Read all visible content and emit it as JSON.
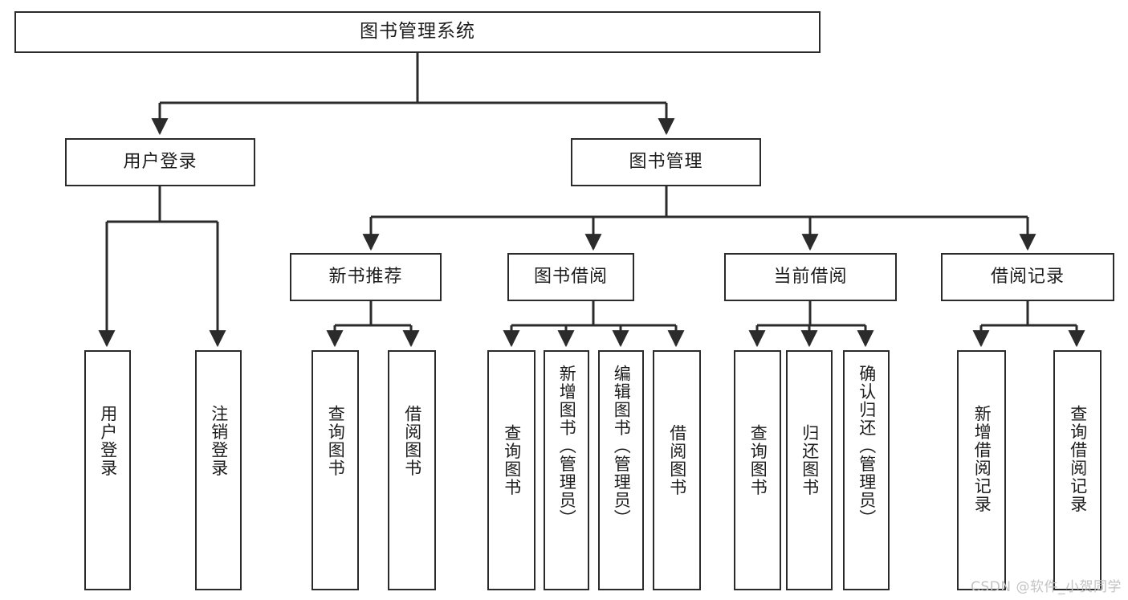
{
  "diagram": {
    "title": "图书管理系统",
    "watermark": "CSDN @软件_小贺同学",
    "colors": {
      "stroke": "#2b2b2b",
      "fill": "#ffffff",
      "text": "#1d1d1d",
      "watermark": "#c3c3c3"
    },
    "root": {
      "label": "图书管理系统"
    },
    "level1": [
      {
        "label": "用户登录"
      },
      {
        "label": "图书管理"
      }
    ],
    "level2": [
      {
        "label": "新书推荐"
      },
      {
        "label": "图书借阅"
      },
      {
        "label": "当前借阅"
      },
      {
        "label": "借阅记录"
      }
    ],
    "leaves": {
      "user_login": [
        {
          "label": "用户登录"
        },
        {
          "label": "注销登录"
        }
      ],
      "new_book": [
        {
          "label": "查询图书"
        },
        {
          "label": "借阅图书"
        }
      ],
      "book_borrow": [
        {
          "label": "查询图书"
        },
        {
          "label": "新增图书（管理员）"
        },
        {
          "label": "编辑图书（管理员）"
        },
        {
          "label": "借阅图书"
        }
      ],
      "current_borrow": [
        {
          "label": "查询图书"
        },
        {
          "label": "归还图书"
        },
        {
          "label": "确认归还（管理员）"
        }
      ],
      "borrow_record": [
        {
          "label": "新增借阅记录"
        },
        {
          "label": "查询借阅记录"
        }
      ]
    }
  }
}
